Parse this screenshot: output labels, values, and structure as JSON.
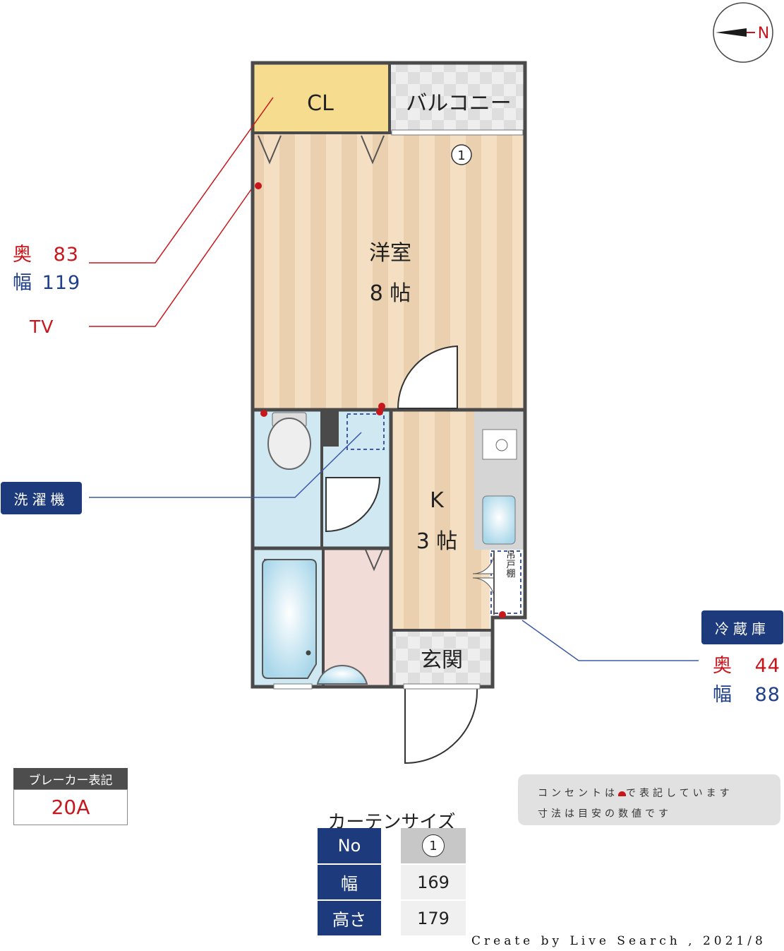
{
  "compass": {
    "label": "N"
  },
  "rooms": {
    "closet": "CL",
    "balcony": "バルコニー",
    "western_room": "洋室",
    "western_size": "8 帖",
    "kitchen": "K",
    "kitchen_size": "3 帖",
    "entrance": "玄関",
    "hanging_shelf": "吊戸棚",
    "window_marker": "1"
  },
  "tv_space": {
    "depth_label": "奥",
    "depth_value": "83",
    "width_label": "幅",
    "width_value": "119",
    "tv_label": "TV"
  },
  "washer": {
    "label": "洗濯機"
  },
  "fridge": {
    "label": "冷蔵庫",
    "depth_label": "奥",
    "depth_value": "44",
    "width_label": "幅",
    "width_value": "88"
  },
  "breaker": {
    "header": "ブレーカー表記",
    "value": "20A"
  },
  "notes": {
    "line1_pre": "コンセントは",
    "line1_post": "で表記しています",
    "line2": "寸法は目安の数値です"
  },
  "curtain": {
    "title": "カーテンサイズ",
    "rows": [
      {
        "header": "No",
        "value": "1"
      },
      {
        "header": "幅",
        "value": "169"
      },
      {
        "header": "高さ",
        "value": "179"
      }
    ]
  },
  "credit": "Create by Live Search , 2021/8",
  "colors": {
    "outlet": "#c8161d",
    "navy": "#1d3a7c",
    "wall": "#4a4a4a",
    "floor": "#f2dcc0",
    "closet": "#f5dc8e",
    "water": "#cfe8f2"
  }
}
